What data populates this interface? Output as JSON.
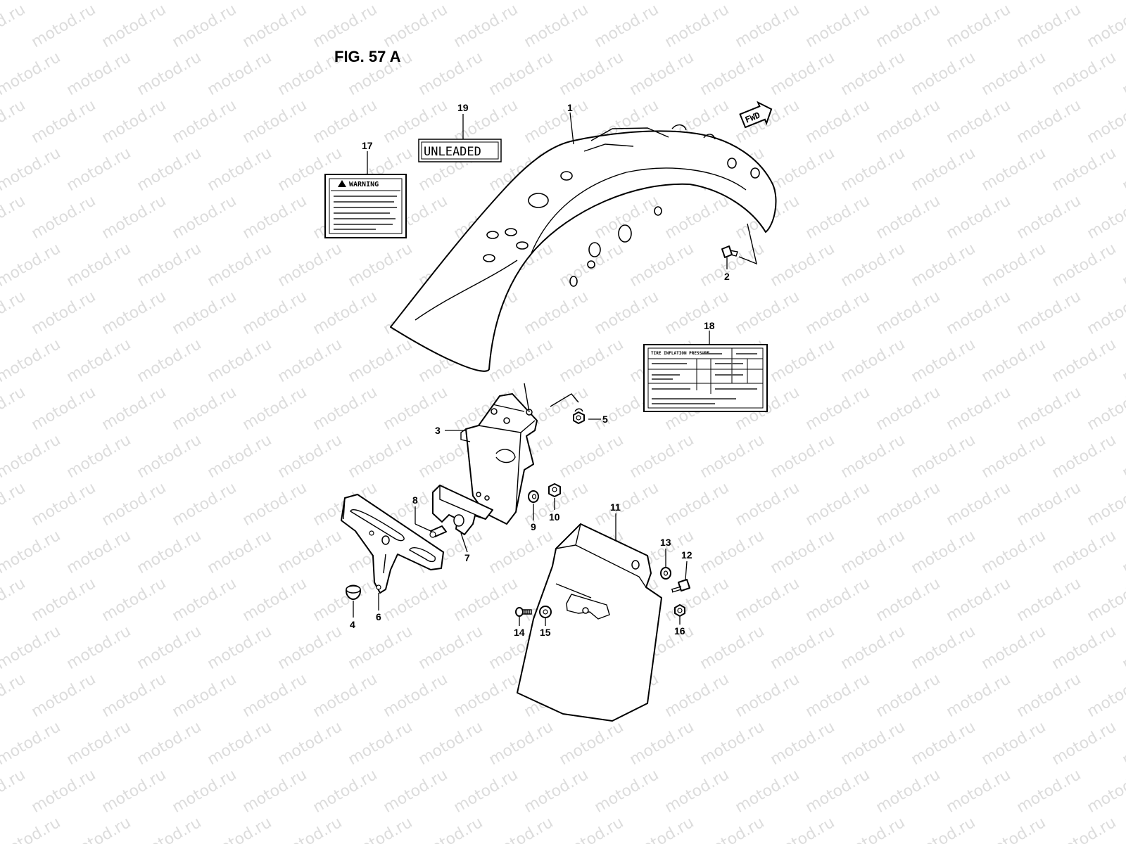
{
  "figure": {
    "title": "FIG. 57 A"
  },
  "watermark": {
    "text": "motod.ru"
  },
  "direction_tag": "FWD",
  "labels": {
    "warning": "WARNING",
    "unleaded": "UNLEADED",
    "tire_pressure": "TIRE INFLATION PRESSURE"
  },
  "callouts": {
    "c1": "1",
    "c2": "2",
    "c3": "3",
    "c4": "4",
    "c5": "5",
    "c6": "6",
    "c7": "7",
    "c8": "8",
    "c9": "9",
    "c10": "10",
    "c11": "11",
    "c12": "12",
    "c13": "13",
    "c14": "14",
    "c15": "15",
    "c16": "16",
    "c17": "17",
    "c18": "18",
    "c19": "19"
  }
}
